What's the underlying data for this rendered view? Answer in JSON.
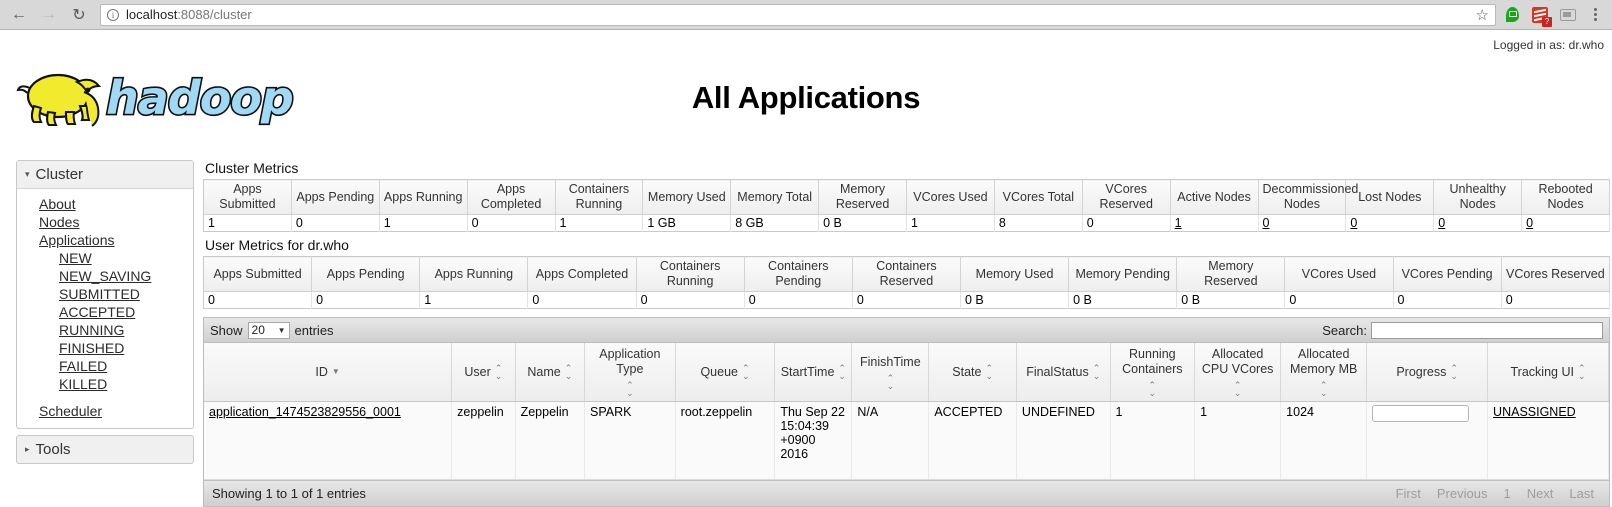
{
  "browser": {
    "back_icon": "back-arrow-icon",
    "forward_icon": "forward-arrow-icon",
    "reload_icon": "reload-icon",
    "url_host": "localhost",
    "url_path": ":8088/cluster",
    "star_icon": "bookmark-star-icon",
    "extensions": [
      "hangouts-extension-icon",
      "red-extension-icon",
      "window-extension-icon"
    ],
    "ext_badge": "?",
    "menu_icon": "kebab-menu-icon"
  },
  "header": {
    "logged_in": "Logged in as: dr.who",
    "logo_text": "hadoop",
    "title": "All Applications"
  },
  "sidebar": {
    "cluster": {
      "label": "Cluster",
      "caret": "▾",
      "items": [
        {
          "label": "About",
          "sub": false
        },
        {
          "label": "Nodes",
          "sub": false
        },
        {
          "label": "Applications",
          "sub": false
        },
        {
          "label": "NEW",
          "sub": true
        },
        {
          "label": "NEW_SAVING",
          "sub": true
        },
        {
          "label": "SUBMITTED",
          "sub": true
        },
        {
          "label": "ACCEPTED",
          "sub": true
        },
        {
          "label": "RUNNING",
          "sub": true
        },
        {
          "label": "FINISHED",
          "sub": true
        },
        {
          "label": "FAILED",
          "sub": true
        },
        {
          "label": "KILLED",
          "sub": true
        },
        {
          "label": "Scheduler",
          "sub": false,
          "gap_before": true
        }
      ]
    },
    "tools": {
      "label": "Tools",
      "caret": "▸"
    }
  },
  "cluster_metrics": {
    "title": "Cluster Metrics",
    "headers": [
      "Apps Submitted",
      "Apps Pending",
      "Apps Running",
      "Apps Completed",
      "Containers Running",
      "Memory Used",
      "Memory Total",
      "Memory Reserved",
      "VCores Used",
      "VCores Total",
      "VCores Reserved",
      "Active Nodes",
      "Decommissioned Nodes",
      "Lost Nodes",
      "Unhealthy Nodes",
      "Rebooted Nodes"
    ],
    "values": [
      "1",
      "0",
      "1",
      "0",
      "1",
      "1 GB",
      "8 GB",
      "0 B",
      "1",
      "8",
      "0",
      "1",
      "0",
      "0",
      "0",
      "0"
    ],
    "link_columns": [
      11,
      12,
      13,
      14,
      15
    ]
  },
  "user_metrics": {
    "title": "User Metrics for dr.who",
    "headers": [
      "Apps Submitted",
      "Apps Pending",
      "Apps Running",
      "Apps Completed",
      "Containers Running",
      "Containers Pending",
      "Containers Reserved",
      "Memory Used",
      "Memory Pending",
      "Memory Reserved",
      "VCores Used",
      "VCores Pending",
      "VCores Reserved"
    ],
    "values": [
      "0",
      "0",
      "1",
      "0",
      "0",
      "0",
      "0",
      "0 B",
      "0 B",
      "0 B",
      "0",
      "0",
      "0"
    ]
  },
  "datatable": {
    "show_label": "Show",
    "entries_value": "20",
    "entries_label": "entries",
    "search_label": "Search:",
    "search_value": "",
    "columns": [
      {
        "label": "ID",
        "sort": "desc"
      },
      {
        "label": "User",
        "sort": "both"
      },
      {
        "label": "Name",
        "sort": "both"
      },
      {
        "label": "Application Type",
        "sort": "both"
      },
      {
        "label": "Queue",
        "sort": "both"
      },
      {
        "label": "StartTime",
        "sort": "both"
      },
      {
        "label": "FinishTime",
        "sort": "both"
      },
      {
        "label": "State",
        "sort": "both"
      },
      {
        "label": "FinalStatus",
        "sort": "both"
      },
      {
        "label": "Running Containers",
        "sort": "both"
      },
      {
        "label": "Allocated CPU VCores",
        "sort": "both"
      },
      {
        "label": "Allocated Memory MB",
        "sort": "both"
      },
      {
        "label": "Progress",
        "sort": "both"
      },
      {
        "label": "Tracking UI",
        "sort": "both"
      }
    ],
    "rows": [
      {
        "id": "application_1474523829556_0001",
        "user": "zeppelin",
        "name": "Zeppelin",
        "application_type": "SPARK",
        "queue": "root.zeppelin",
        "start_time": "Thu Sep 22 15:04:39 +0900 2016",
        "finish_time": "N/A",
        "state": "ACCEPTED",
        "final_status": "UNDEFINED",
        "running_containers": "1",
        "allocated_cpu_vcores": "1",
        "allocated_memory_mb": "1024",
        "progress": "",
        "tracking_ui": "UNASSIGNED"
      }
    ],
    "info": "Showing 1 to 1 of 1 entries",
    "pager": [
      "First",
      "Previous",
      "1",
      "Next",
      "Last"
    ]
  }
}
